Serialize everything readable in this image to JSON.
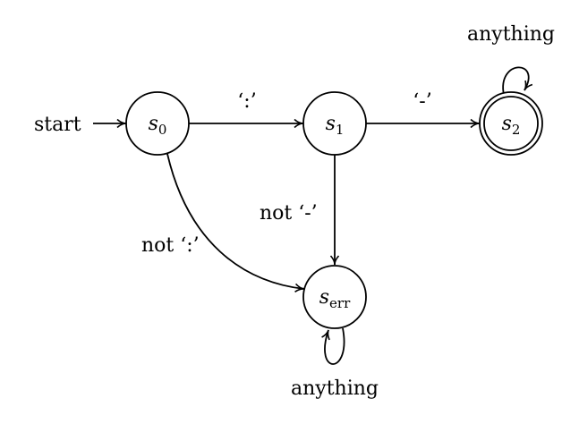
{
  "diagram": {
    "start_label": "start",
    "states": {
      "s0": {
        "name": "s",
        "sub": "0"
      },
      "s1": {
        "name": "s",
        "sub": "1"
      },
      "s2": {
        "name": "s",
        "sub": "2"
      },
      "serr": {
        "name": "s",
        "sub": "err"
      }
    },
    "edges": {
      "s0_s1": "‘:’",
      "s1_s2": "‘-’",
      "s1_serr": "not ‘-’",
      "s0_serr": "not ‘:’",
      "s2_loop": "anything",
      "serr_loop": "anything"
    },
    "accepting": [
      "s2"
    ]
  }
}
